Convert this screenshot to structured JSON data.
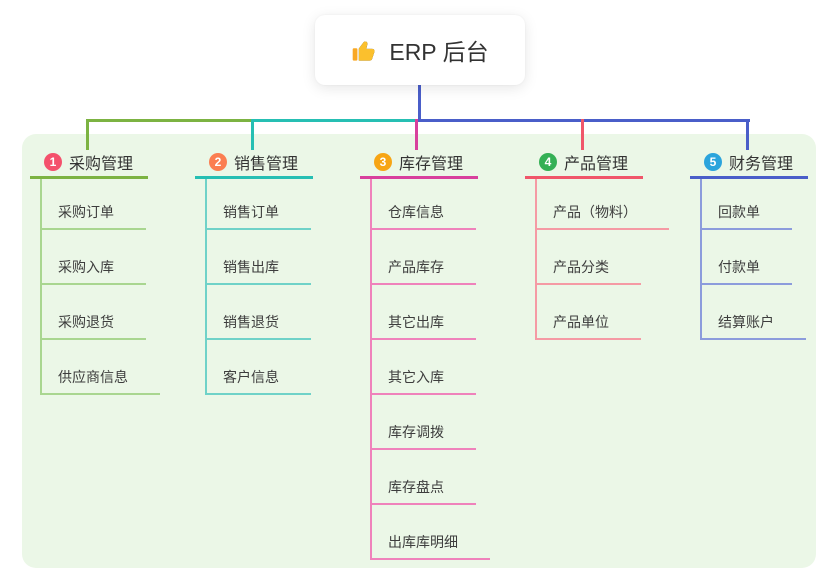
{
  "root": {
    "label": "ERP 后台",
    "icon": "thumbs-up-icon"
  },
  "canvas": {
    "panel_bg": "#ebf7e7",
    "trunk_color": "#4a5ec9"
  },
  "branches": [
    {
      "number": "1",
      "label": "采购管理",
      "badge_color": "#f4516c",
      "line_color": "#7cb342",
      "child_line_color": "#a9d690",
      "children": [
        "采购订单",
        "采购入库",
        "采购退货",
        "供应商信息"
      ]
    },
    {
      "number": "2",
      "label": "销售管理",
      "badge_color": "#fb7e51",
      "line_color": "#26bfb3",
      "child_line_color": "#6fd2c8",
      "children": [
        "销售订单",
        "销售出库",
        "销售退货",
        "客户信息"
      ]
    },
    {
      "number": "3",
      "label": "库存管理",
      "badge_color": "#f7a514",
      "line_color": "#d8409d",
      "child_line_color": "#ef82bb",
      "children": [
        "仓库信息",
        "产品库存",
        "其它出库",
        "其它入库",
        "库存调拨",
        "库存盘点",
        "出库库明细"
      ]
    },
    {
      "number": "4",
      "label": "产品管理",
      "badge_color": "#34b055",
      "line_color": "#f0566a",
      "child_line_color": "#f59aa4",
      "children": [
        "产品（物料）",
        "产品分类",
        "产品单位"
      ]
    },
    {
      "number": "5",
      "label": "财务管理",
      "badge_color": "#2ba4dc",
      "line_color": "#4a5ec9",
      "child_line_color": "#8c9cdc",
      "children": [
        "回款单",
        "付款单",
        "结算账户"
      ]
    }
  ]
}
